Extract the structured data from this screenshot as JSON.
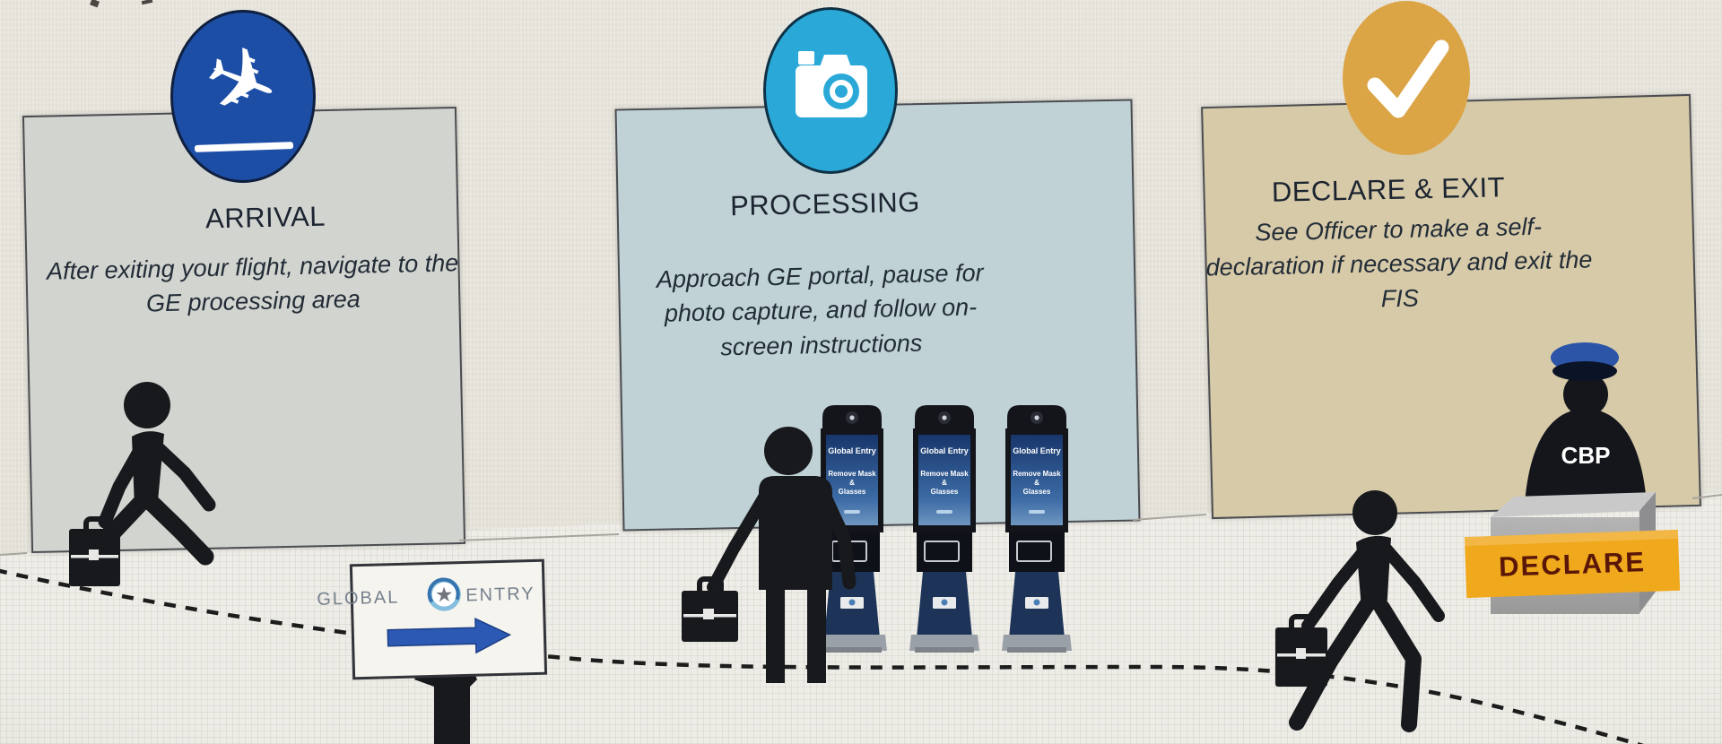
{
  "steps": [
    {
      "id": "arrival",
      "title": "ARRIVAL",
      "description": "After exiting your flight, navigate to the GE processing area",
      "icon": "plane-landing-icon",
      "circle_color": "#1d4ea6",
      "panel_color": "#d2d4d0"
    },
    {
      "id": "processing",
      "title": "PROCESSING",
      "description": "Approach GE portal, pause for photo capture, and follow on-screen instructions",
      "icon": "camera-icon",
      "circle_color": "#2aa9d8",
      "panel_color": "#c0d2d6"
    },
    {
      "id": "declare-exit",
      "title": "DECLARE & EXIT",
      "description": "See Officer to make a self-declaration if necessary and exit the FIS",
      "icon": "checkmark-icon",
      "circle_color": "#dba445",
      "panel_color": "#d7caa9"
    }
  ],
  "ge_sign": {
    "word_left": "GLOBAL",
    "word_right": "ENTRY",
    "arrow_direction": "right",
    "arrow_color": "#2b59b3"
  },
  "kiosk_screen": {
    "line1": "Global Entry",
    "line2": "Remove Mask",
    "line3": "&",
    "line4": "Glasses"
  },
  "kiosks": {
    "count": 3
  },
  "officer": {
    "label": "CBP",
    "cap_color": "#2c55a8"
  },
  "declare_sign": {
    "label": "DECLARE",
    "color": "#f0a81c",
    "text_color": "#5a1708"
  }
}
